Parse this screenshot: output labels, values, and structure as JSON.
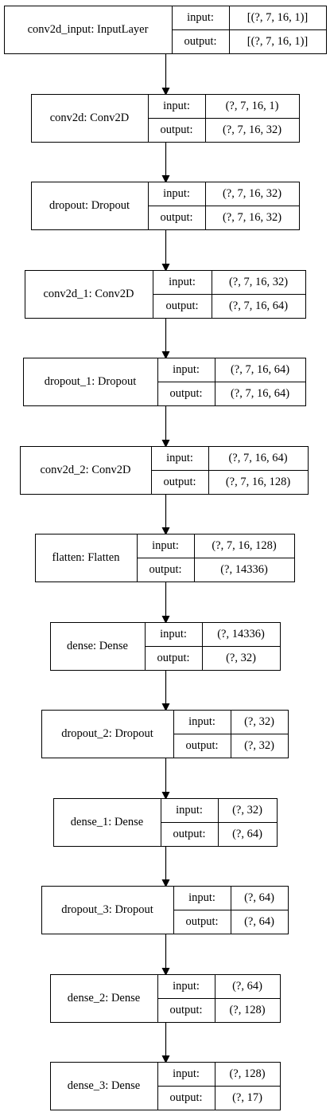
{
  "diagram": {
    "labels": {
      "input": "input:",
      "output": "output:"
    },
    "layers": [
      {
        "name": "conv2d_input: InputLayer",
        "input": "[(?, 7, 16, 1)]",
        "output": "[(?, 7, 16, 1)]"
      },
      {
        "name": "conv2d: Conv2D",
        "input": "(?, 7, 16, 1)",
        "output": "(?, 7, 16, 32)"
      },
      {
        "name": "dropout: Dropout",
        "input": "(?, 7, 16, 32)",
        "output": "(?, 7, 16, 32)"
      },
      {
        "name": "conv2d_1: Conv2D",
        "input": "(?, 7, 16, 32)",
        "output": "(?, 7, 16, 64)"
      },
      {
        "name": "dropout_1: Dropout",
        "input": "(?, 7, 16, 64)",
        "output": "(?, 7, 16, 64)"
      },
      {
        "name": "conv2d_2: Conv2D",
        "input": "(?, 7, 16, 64)",
        "output": "(?, 7, 16, 128)"
      },
      {
        "name": "flatten: Flatten",
        "input": "(?, 7, 16, 128)",
        "output": "(?, 14336)"
      },
      {
        "name": "dense: Dense",
        "input": "(?, 14336)",
        "output": "(?, 32)"
      },
      {
        "name": "dropout_2: Dropout",
        "input": "(?, 32)",
        "output": "(?, 32)"
      },
      {
        "name": "dense_1: Dense",
        "input": "(?, 32)",
        "output": "(?, 64)"
      },
      {
        "name": "dropout_3: Dropout",
        "input": "(?, 64)",
        "output": "(?, 64)"
      },
      {
        "name": "dense_2: Dense",
        "input": "(?, 64)",
        "output": "(?, 128)"
      },
      {
        "name": "dense_3: Dense",
        "input": "(?, 128)",
        "output": "(?, 17)"
      }
    ]
  }
}
